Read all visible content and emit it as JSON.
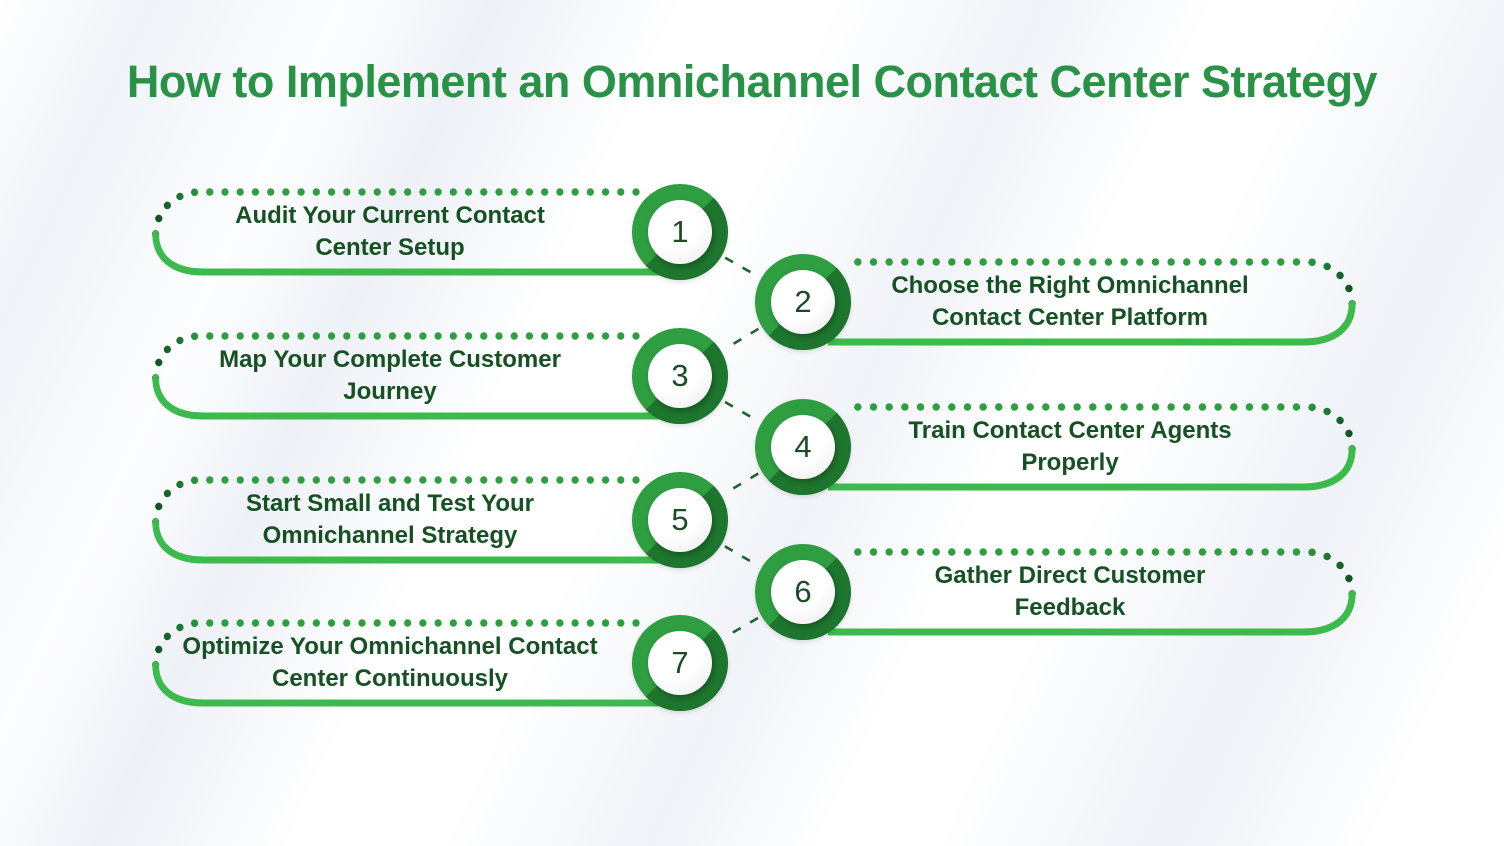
{
  "title": "How to Implement an Omnichannel Contact Center Strategy",
  "colors": {
    "title_green": "#2a9247",
    "ring_green": "#2e9e41",
    "ring_shadow_green": "#167030",
    "solid_line_green": "#3cbb4c",
    "dot_green": "#2f9e41",
    "dot_dark_green": "#0f5120",
    "connector_green": "#20622e",
    "label_green": "#155122",
    "number_green": "#1c4b26",
    "background": "#ffffff",
    "background_band": "#e4e9f2"
  },
  "steps": [
    {
      "number": "1",
      "side": "left",
      "label": "Audit Your Current Contact Center Setup",
      "lines": [
        "Audit Your Current Contact",
        "Center Setup"
      ]
    },
    {
      "number": "2",
      "side": "right",
      "label": "Choose the Right Omnichannel Contact Center Platform",
      "lines": [
        "Choose the Right Omnichannel",
        "Contact Center Platform"
      ]
    },
    {
      "number": "3",
      "side": "left",
      "label": "Map Your Complete Customer Journey",
      "lines": [
        "Map Your Complete Customer",
        "Journey"
      ]
    },
    {
      "number": "4",
      "side": "right",
      "label": "Train Contact Center Agents Properly",
      "lines": [
        "Train Contact Center Agents",
        "Properly"
      ]
    },
    {
      "number": "5",
      "side": "left",
      "label": "Start Small and Test Your Omnichannel Strategy",
      "lines": [
        "Start Small and Test Your",
        "Omnichannel  Strategy"
      ]
    },
    {
      "number": "6",
      "side": "right",
      "label": "Gather Direct Customer Feedback",
      "lines": [
        "Gather Direct Customer",
        "Feedback"
      ]
    },
    {
      "number": "7",
      "side": "left",
      "label": "Optimize Your Omnichannel Contact Center Continuously",
      "lines": [
        "Optimize Your Omnichannel Contact",
        "Center Continuously"
      ]
    }
  ]
}
